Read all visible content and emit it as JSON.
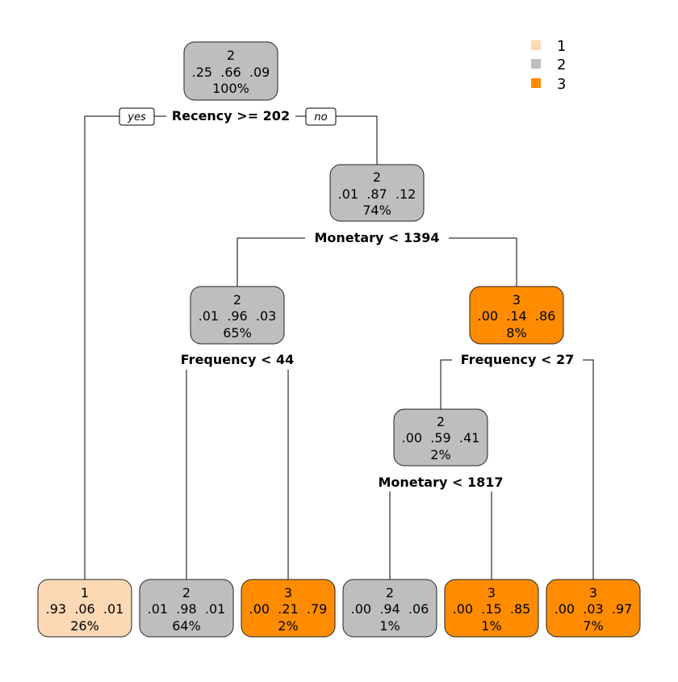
{
  "colors": {
    "1": "#fdd8b5",
    "2": "#bebebe",
    "3": "#ff8c00"
  },
  "legend": [
    "1",
    "2",
    "3"
  ],
  "branch_labels": {
    "yes": "yes",
    "no": "no"
  },
  "nodes": {
    "root": {
      "class": "2",
      "probs": ".25  .66  .09",
      "pct": "100%",
      "split": "Recency >= 202"
    },
    "n2": {
      "class": "2",
      "probs": ".01  .87  .12",
      "pct": "74%",
      "split": "Monetary < 1394"
    },
    "n3": {
      "class": "2",
      "probs": ".01  .96  .03",
      "pct": "65%",
      "split": "Frequency < 44"
    },
    "n4": {
      "class": "3",
      "probs": ".00  .14  .86",
      "pct": "8%",
      "split": "Frequency < 27"
    },
    "n5": {
      "class": "2",
      "probs": ".00  .59  .41",
      "pct": "2%",
      "split": "Monetary < 1817"
    },
    "leaf1": {
      "class": "1",
      "probs": ".93  .06  .01",
      "pct": "26%"
    },
    "leaf2": {
      "class": "2",
      "probs": ".01  .98  .01",
      "pct": "64%"
    },
    "leaf3": {
      "class": "3",
      "probs": ".00  .21  .79",
      "pct": "2%"
    },
    "leaf4": {
      "class": "2",
      "probs": ".00  .94  .06",
      "pct": "1%"
    },
    "leaf5": {
      "class": "3",
      "probs": ".00  .15  .85",
      "pct": "1%"
    },
    "leaf6": {
      "class": "3",
      "probs": ".00  .03  .97",
      "pct": "7%"
    }
  }
}
